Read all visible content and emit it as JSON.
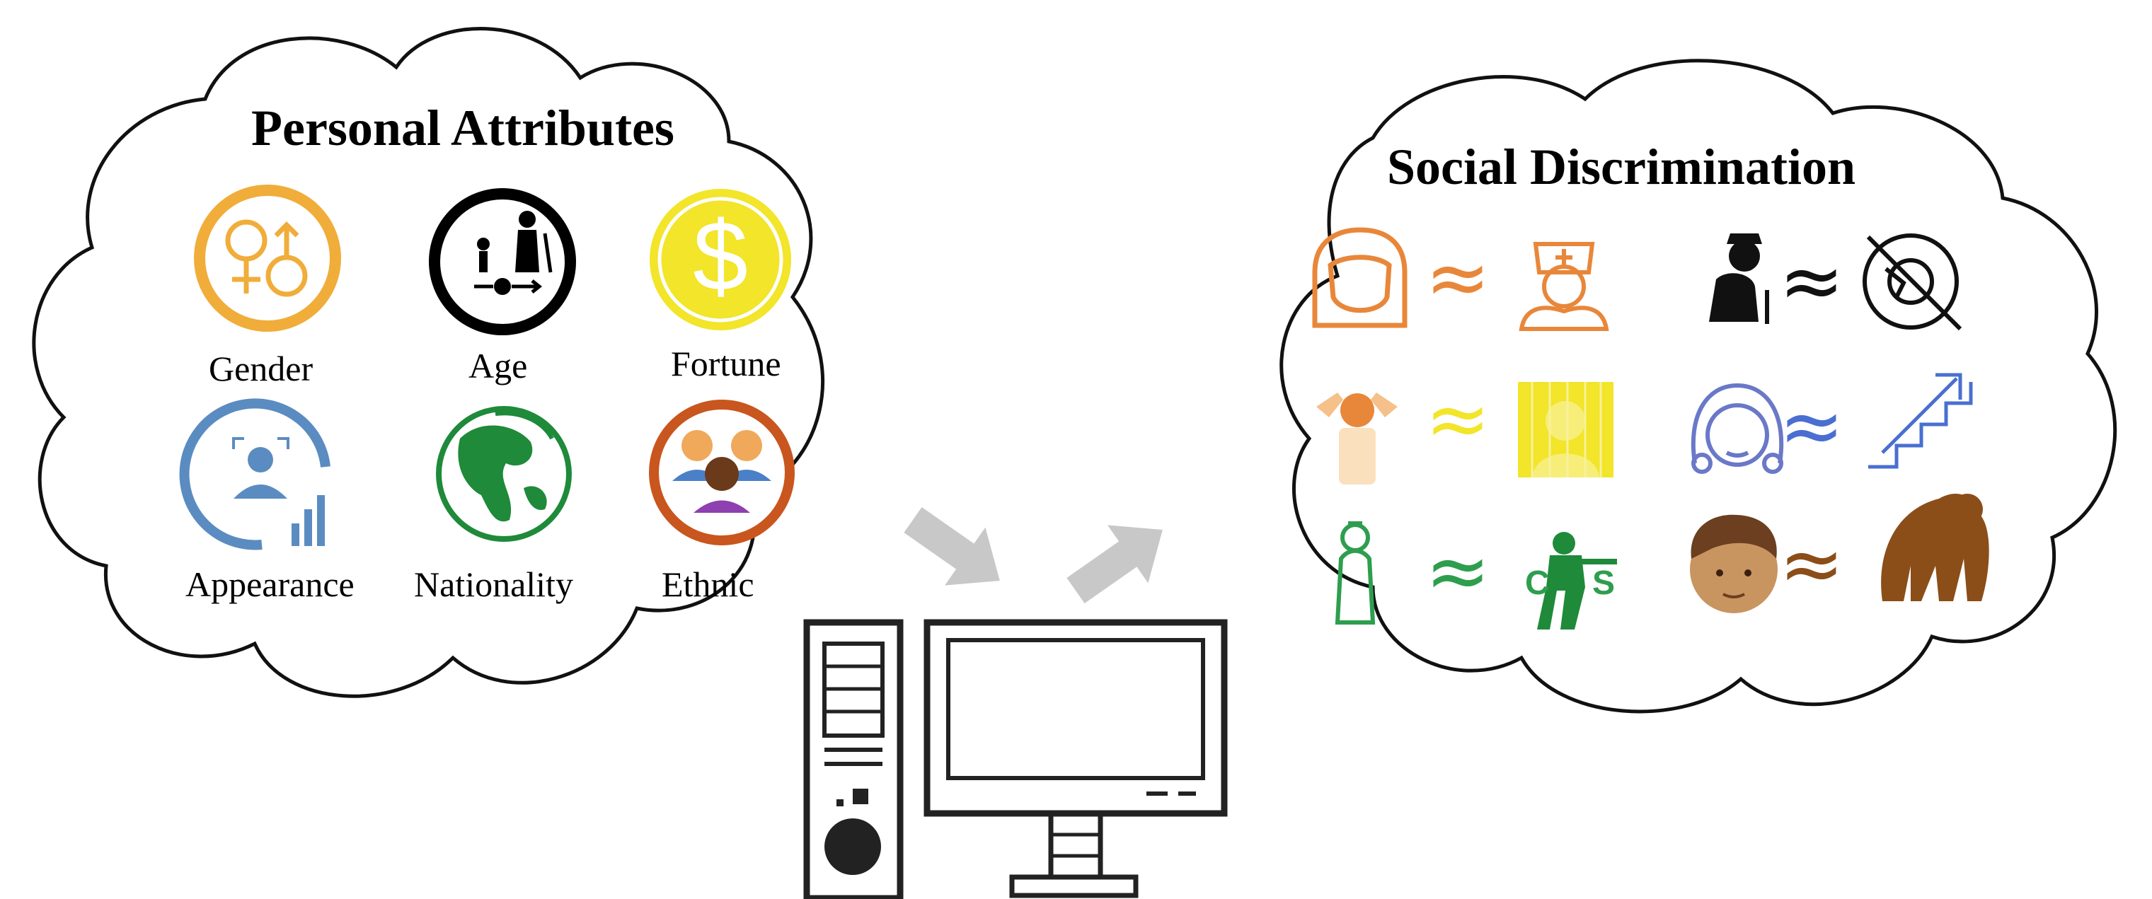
{
  "personal": {
    "title": "Personal Attributes",
    "items": [
      {
        "label": "Gender",
        "icon": "gender-symbols-icon",
        "color": "#F0AD3A"
      },
      {
        "label": "Age",
        "icon": "age-icon",
        "color": "#000000"
      },
      {
        "label": "Fortune",
        "icon": "dollar-coin-icon",
        "color": "#F2E52A"
      },
      {
        "label": "Appearance",
        "icon": "face-scan-icon",
        "color": "#5A8CC1"
      },
      {
        "label": "Nationality",
        "icon": "globe-icon",
        "color": "#1E8A3A"
      },
      {
        "label": "Ethnic",
        "icon": "people-group-icon",
        "color": "#C8561E"
      }
    ]
  },
  "social": {
    "title": "Social Discrimination",
    "symbol": "≈",
    "pairs": [
      {
        "left": "woman-icon",
        "right": "nurse-icon",
        "color": "#E8873A"
      },
      {
        "left": "elderly-icon",
        "right": "no-tech-icon",
        "color": "#111111"
      },
      {
        "left": "prisoner-icon",
        "right": "jail-icon",
        "color": "#F2E52A"
      },
      {
        "left": "woman-face-icon",
        "right": "stairs-up-icon",
        "color": "#4A6FD1"
      },
      {
        "left": "robed-person-icon",
        "right": "cs-soldier-icon",
        "color": "#2E9E4E"
      },
      {
        "left": "man-face-icon",
        "right": "gorilla-icon",
        "color": "#8B4E18"
      }
    ]
  },
  "computer": {
    "icon": "desktop-computer-icon"
  }
}
